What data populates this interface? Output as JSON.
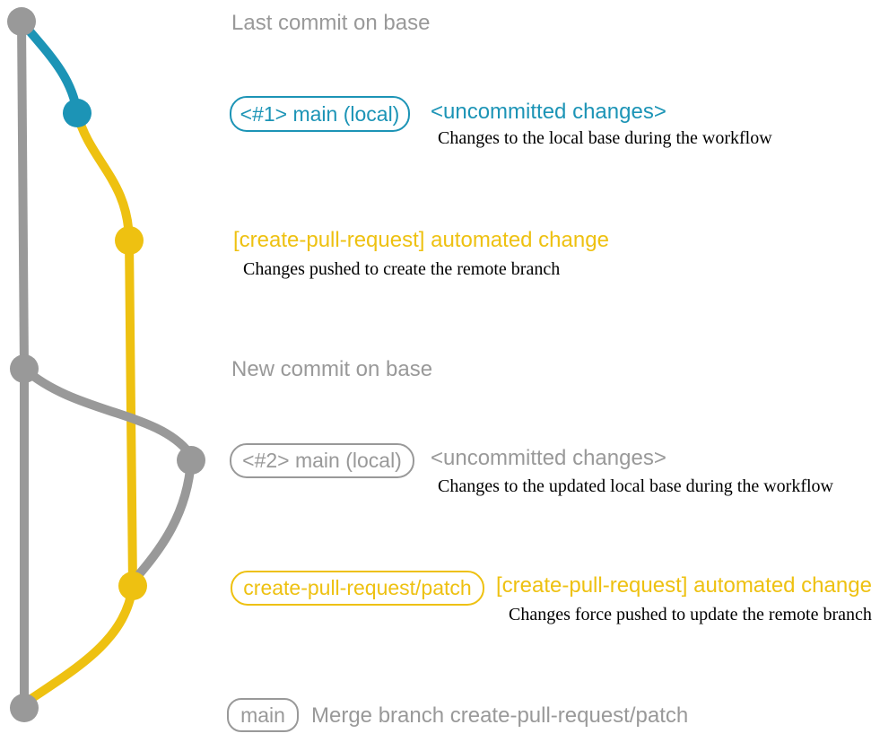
{
  "colors": {
    "base_gray": "#999999",
    "main_blue": "#1c94b6",
    "branch_yellow": "#eec111",
    "text_black": "#000000"
  },
  "rows": {
    "last_commit": {
      "label": "Last commit on base"
    },
    "main1": {
      "badge": "<#1> main (local)",
      "status": "<uncommitted changes>",
      "desc": "Changes to the local base during the workflow"
    },
    "push1": {
      "title": "[create-pull-request] automated change",
      "desc": "Changes pushed to create the remote branch"
    },
    "new_commit": {
      "label": "New commit on base"
    },
    "main2": {
      "badge": "<#2> main (local)",
      "status": "<uncommitted changes>",
      "desc": "Changes to the updated local base during the workflow"
    },
    "push2": {
      "badge": "create-pull-request/patch",
      "title": "[create-pull-request] automated change",
      "desc": "Changes force pushed to update the remote branch"
    },
    "merge": {
      "badge": "main",
      "label": "Merge branch create-pull-request/patch"
    }
  }
}
